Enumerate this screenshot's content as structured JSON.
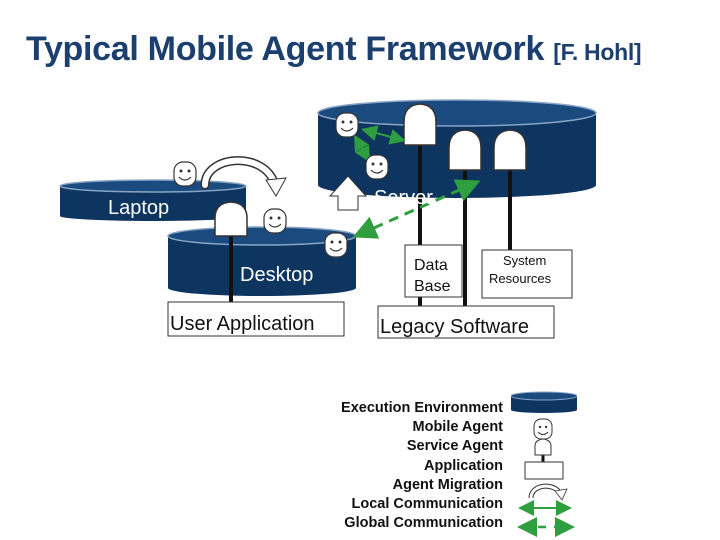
{
  "title": {
    "main": "Typical Mobile Agent Framework",
    "citation": "[F. Hohl]"
  },
  "environments": {
    "laptop": "Laptop",
    "desktop": "Desktop",
    "server": "Server"
  },
  "applications": {
    "user_application": "User Application",
    "legacy_software": "Legacy Software",
    "data_base": [
      "Data",
      "Base"
    ],
    "system_resources": [
      "System",
      "Resources"
    ]
  },
  "legend": {
    "items": [
      "Execution Environment",
      "Mobile Agent",
      "Service Agent",
      "Application",
      "Agent Migration",
      "Local Communication",
      "Global Communication"
    ]
  },
  "colors": {
    "title": "#1b3f6e",
    "platform_fill": "#0d3560",
    "platform_edge": "#88a4c4",
    "local_comm": "#2e9e3e",
    "global_comm": "#2e9e3e",
    "agent_face": "#ffffff",
    "service_agent_fill": "#ffffff"
  },
  "icons": [
    "smiley-agent-icon",
    "spade-service-agent-icon",
    "migration-arrow-icon"
  ]
}
